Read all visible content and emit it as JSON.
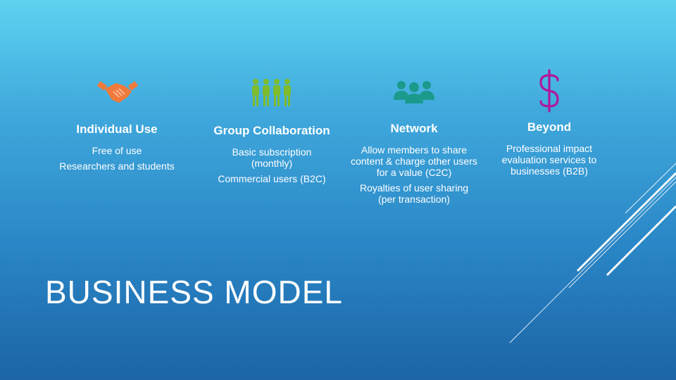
{
  "slide": {
    "title": "BUSINESS MODEL",
    "columns": [
      {
        "icon": "handshake-icon",
        "icon_color": "#f07a3c",
        "title": "Individual Use",
        "lines": [
          "Free of use",
          "Researchers and students"
        ]
      },
      {
        "icon": "people-group-icon",
        "icon_color": "#7fbb2e",
        "title": "Group Collaboration",
        "lines": [
          "Basic subscription (monthly)",
          "Commercial users (B2C)"
        ]
      },
      {
        "icon": "users-network-icon",
        "icon_color": "#1b9a8c",
        "title": "Network",
        "lines": [
          "Allow members to share content & charge other users for a value (C2C)",
          "Royalties of user sharing (per transaction)"
        ]
      },
      {
        "icon": "dollar-sign-icon",
        "icon_color": "#b0189a",
        "title": "Beyond",
        "lines": [
          "Professional impact evaluation services to businesses (B2B)"
        ]
      }
    ],
    "colors": {
      "background_top": "#5dd3f0",
      "background_bottom": "#1c64a6",
      "text": "#ffffff"
    }
  }
}
